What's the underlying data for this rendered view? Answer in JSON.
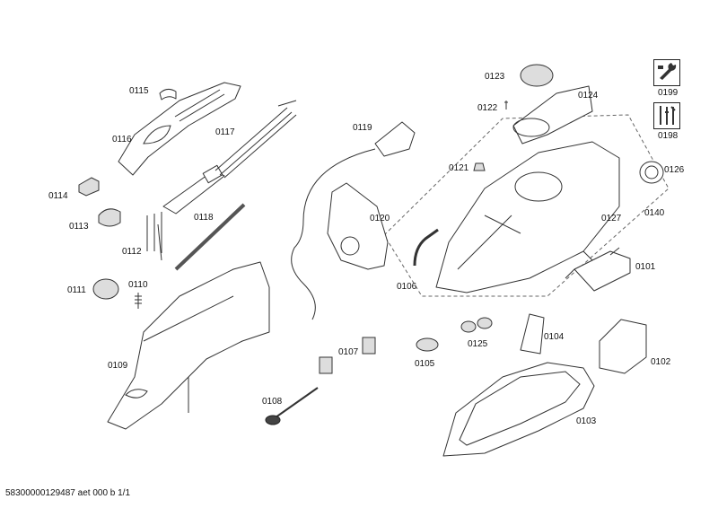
{
  "parts": [
    {
      "key": "p0115",
      "label": "0115"
    },
    {
      "key": "p0116",
      "label": "0116"
    },
    {
      "key": "p0117",
      "label": "0117"
    },
    {
      "key": "p0114",
      "label": "0114"
    },
    {
      "key": "p0113",
      "label": "0113"
    },
    {
      "key": "p0118",
      "label": "0118"
    },
    {
      "key": "p0112",
      "label": "0112"
    },
    {
      "key": "p0111",
      "label": "0111"
    },
    {
      "key": "p0110",
      "label": "0110"
    },
    {
      "key": "p0109",
      "label": "0109"
    },
    {
      "key": "p0119",
      "label": "0119"
    },
    {
      "key": "p0120",
      "label": "0120"
    },
    {
      "key": "p0123",
      "label": "0123"
    },
    {
      "key": "p0124",
      "label": "0124"
    },
    {
      "key": "p0122",
      "label": "0122"
    },
    {
      "key": "p0121",
      "label": "0121"
    },
    {
      "key": "p0126",
      "label": "0126"
    },
    {
      "key": "p0127",
      "label": "0127"
    },
    {
      "key": "p0140",
      "label": "0140"
    },
    {
      "key": "p0106",
      "label": "0106"
    },
    {
      "key": "p0101",
      "label": "0101"
    },
    {
      "key": "p0125",
      "label": "0125"
    },
    {
      "key": "p0104",
      "label": "0104"
    },
    {
      "key": "p0107",
      "label": "0107"
    },
    {
      "key": "p0105",
      "label": "0105"
    },
    {
      "key": "p0102",
      "label": "0102"
    },
    {
      "key": "p0108",
      "label": "0108"
    },
    {
      "key": "p0103",
      "label": "0103"
    },
    {
      "key": "p0199",
      "label": "0199"
    },
    {
      "key": "p0198",
      "label": "0198"
    }
  ],
  "icons": {
    "service": "wrench-icon",
    "tools": "tools-icon"
  },
  "footer": "58300000129487 aet 000 b 1/1"
}
